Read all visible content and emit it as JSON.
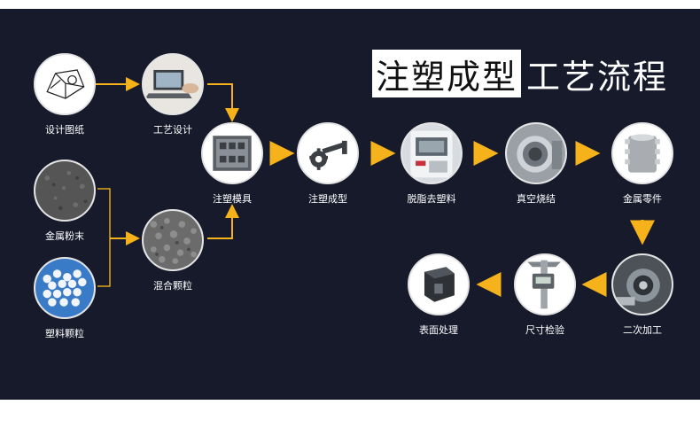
{
  "title": {
    "highlight": "注塑成型",
    "rest": "工艺流程"
  },
  "colors": {
    "background": "#161a2b",
    "arrow": "#f5b21b",
    "bracket": "#e0a51a",
    "label": "#ffffff"
  },
  "nodes": [
    {
      "id": "design-drawing",
      "label": "设计图纸",
      "icon": "drawing-icon"
    },
    {
      "id": "process-design",
      "label": "工艺设计",
      "icon": "laptop-icon"
    },
    {
      "id": "metal-powder",
      "label": "金属粉末",
      "icon": "powder-icon"
    },
    {
      "id": "plastic-pellets",
      "label": "塑料颗粒",
      "icon": "pellets-icon"
    },
    {
      "id": "mixed-pellets",
      "label": "混合颗粒",
      "icon": "granules-icon"
    },
    {
      "id": "injection-mold",
      "label": "注塑模具",
      "icon": "mold-icon"
    },
    {
      "id": "injection-molding",
      "label": "注塑成型",
      "icon": "molded-part-icon"
    },
    {
      "id": "debinding",
      "label": "脱脂去塑料",
      "icon": "debinding-machine-icon"
    },
    {
      "id": "vacuum-sintering",
      "label": "真空烧结",
      "icon": "sintering-furnace-icon"
    },
    {
      "id": "metal-parts",
      "label": "金属零件",
      "icon": "gear-part-icon"
    },
    {
      "id": "secondary-machining",
      "label": "二次加工",
      "icon": "machining-icon"
    },
    {
      "id": "size-inspection",
      "label": "尺寸检验",
      "icon": "caliper-icon"
    },
    {
      "id": "surface-treatment",
      "label": "表面处理",
      "icon": "finished-part-icon"
    }
  ]
}
